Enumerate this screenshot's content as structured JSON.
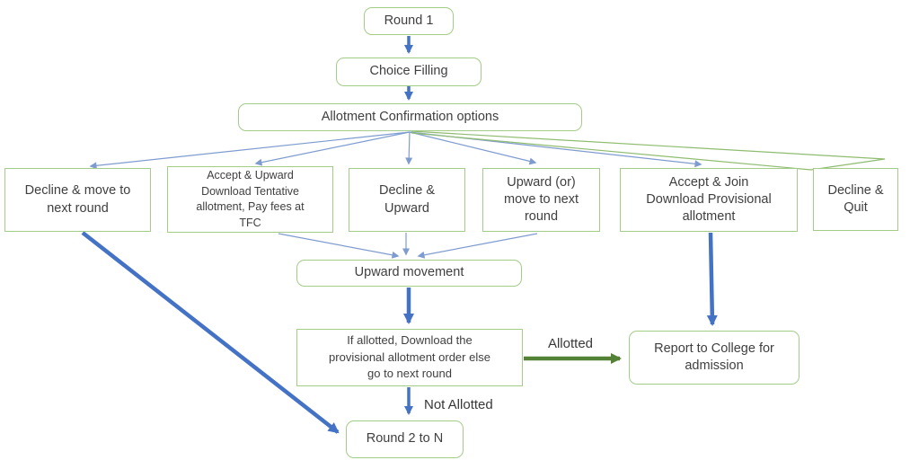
{
  "flowchart": {
    "nodes": {
      "round1": "Round 1",
      "choice_filling": "Choice Filling",
      "allotment_options": "Allotment Confirmation options",
      "decline_move": "Decline & move to next round",
      "accept_upward": "Accept & Upward Download Tentative allotment, Pay fees at TFC",
      "decline_upward": "Decline & Upward",
      "upward_or_move": "Upward (or) move to next round",
      "accept_join": "Accept & Join Download Provisional allotment",
      "decline_quit": "Decline & Quit",
      "upward_movement": "Upward movement",
      "if_allotted": "If allotted, Download the provisional allotment order else go to next round",
      "report_college": "Report to College for admission",
      "round2": "Round 2 to N"
    },
    "edge_labels": {
      "allotted": "Allotted",
      "not_allotted": "Not Allotted"
    },
    "edges": [
      {
        "from": "round1",
        "to": "choice_filling",
        "style": "blue-thick"
      },
      {
        "from": "choice_filling",
        "to": "allotment_options",
        "style": "blue-thick"
      },
      {
        "from": "allotment_options",
        "to": "decline_move",
        "style": "blue-thin"
      },
      {
        "from": "allotment_options",
        "to": "accept_upward",
        "style": "blue-thin"
      },
      {
        "from": "allotment_options",
        "to": "decline_upward",
        "style": "blue-thin"
      },
      {
        "from": "allotment_options",
        "to": "upward_or_move",
        "style": "blue-thin"
      },
      {
        "from": "allotment_options",
        "to": "accept_join",
        "style": "blue-thin"
      },
      {
        "from": "allotment_options",
        "to": "decline_quit",
        "style": "green-line"
      },
      {
        "from": "accept_upward",
        "to": "upward_movement",
        "style": "blue-thin"
      },
      {
        "from": "decline_upward",
        "to": "upward_movement",
        "style": "blue-thin"
      },
      {
        "from": "upward_or_move",
        "to": "upward_movement",
        "style": "blue-thin"
      },
      {
        "from": "upward_movement",
        "to": "if_allotted",
        "style": "blue-thick"
      },
      {
        "from": "accept_join",
        "to": "report_college",
        "style": "blue-thick"
      },
      {
        "from": "if_allotted",
        "to": "report_college",
        "style": "green-thick",
        "label": "Allotted"
      },
      {
        "from": "if_allotted",
        "to": "round2",
        "style": "blue-medium",
        "label": "Not Allotted"
      },
      {
        "from": "decline_move",
        "to": "round2",
        "style": "blue-thick"
      }
    ],
    "colors": {
      "node_border": "#a3cc88",
      "arrow_blue": "#4472c4",
      "arrow_thin_blue": "#7f9cd0",
      "arrow_green": "#538135",
      "wedge_green": "#8fbc6f",
      "text": "#3f3f3f"
    }
  }
}
